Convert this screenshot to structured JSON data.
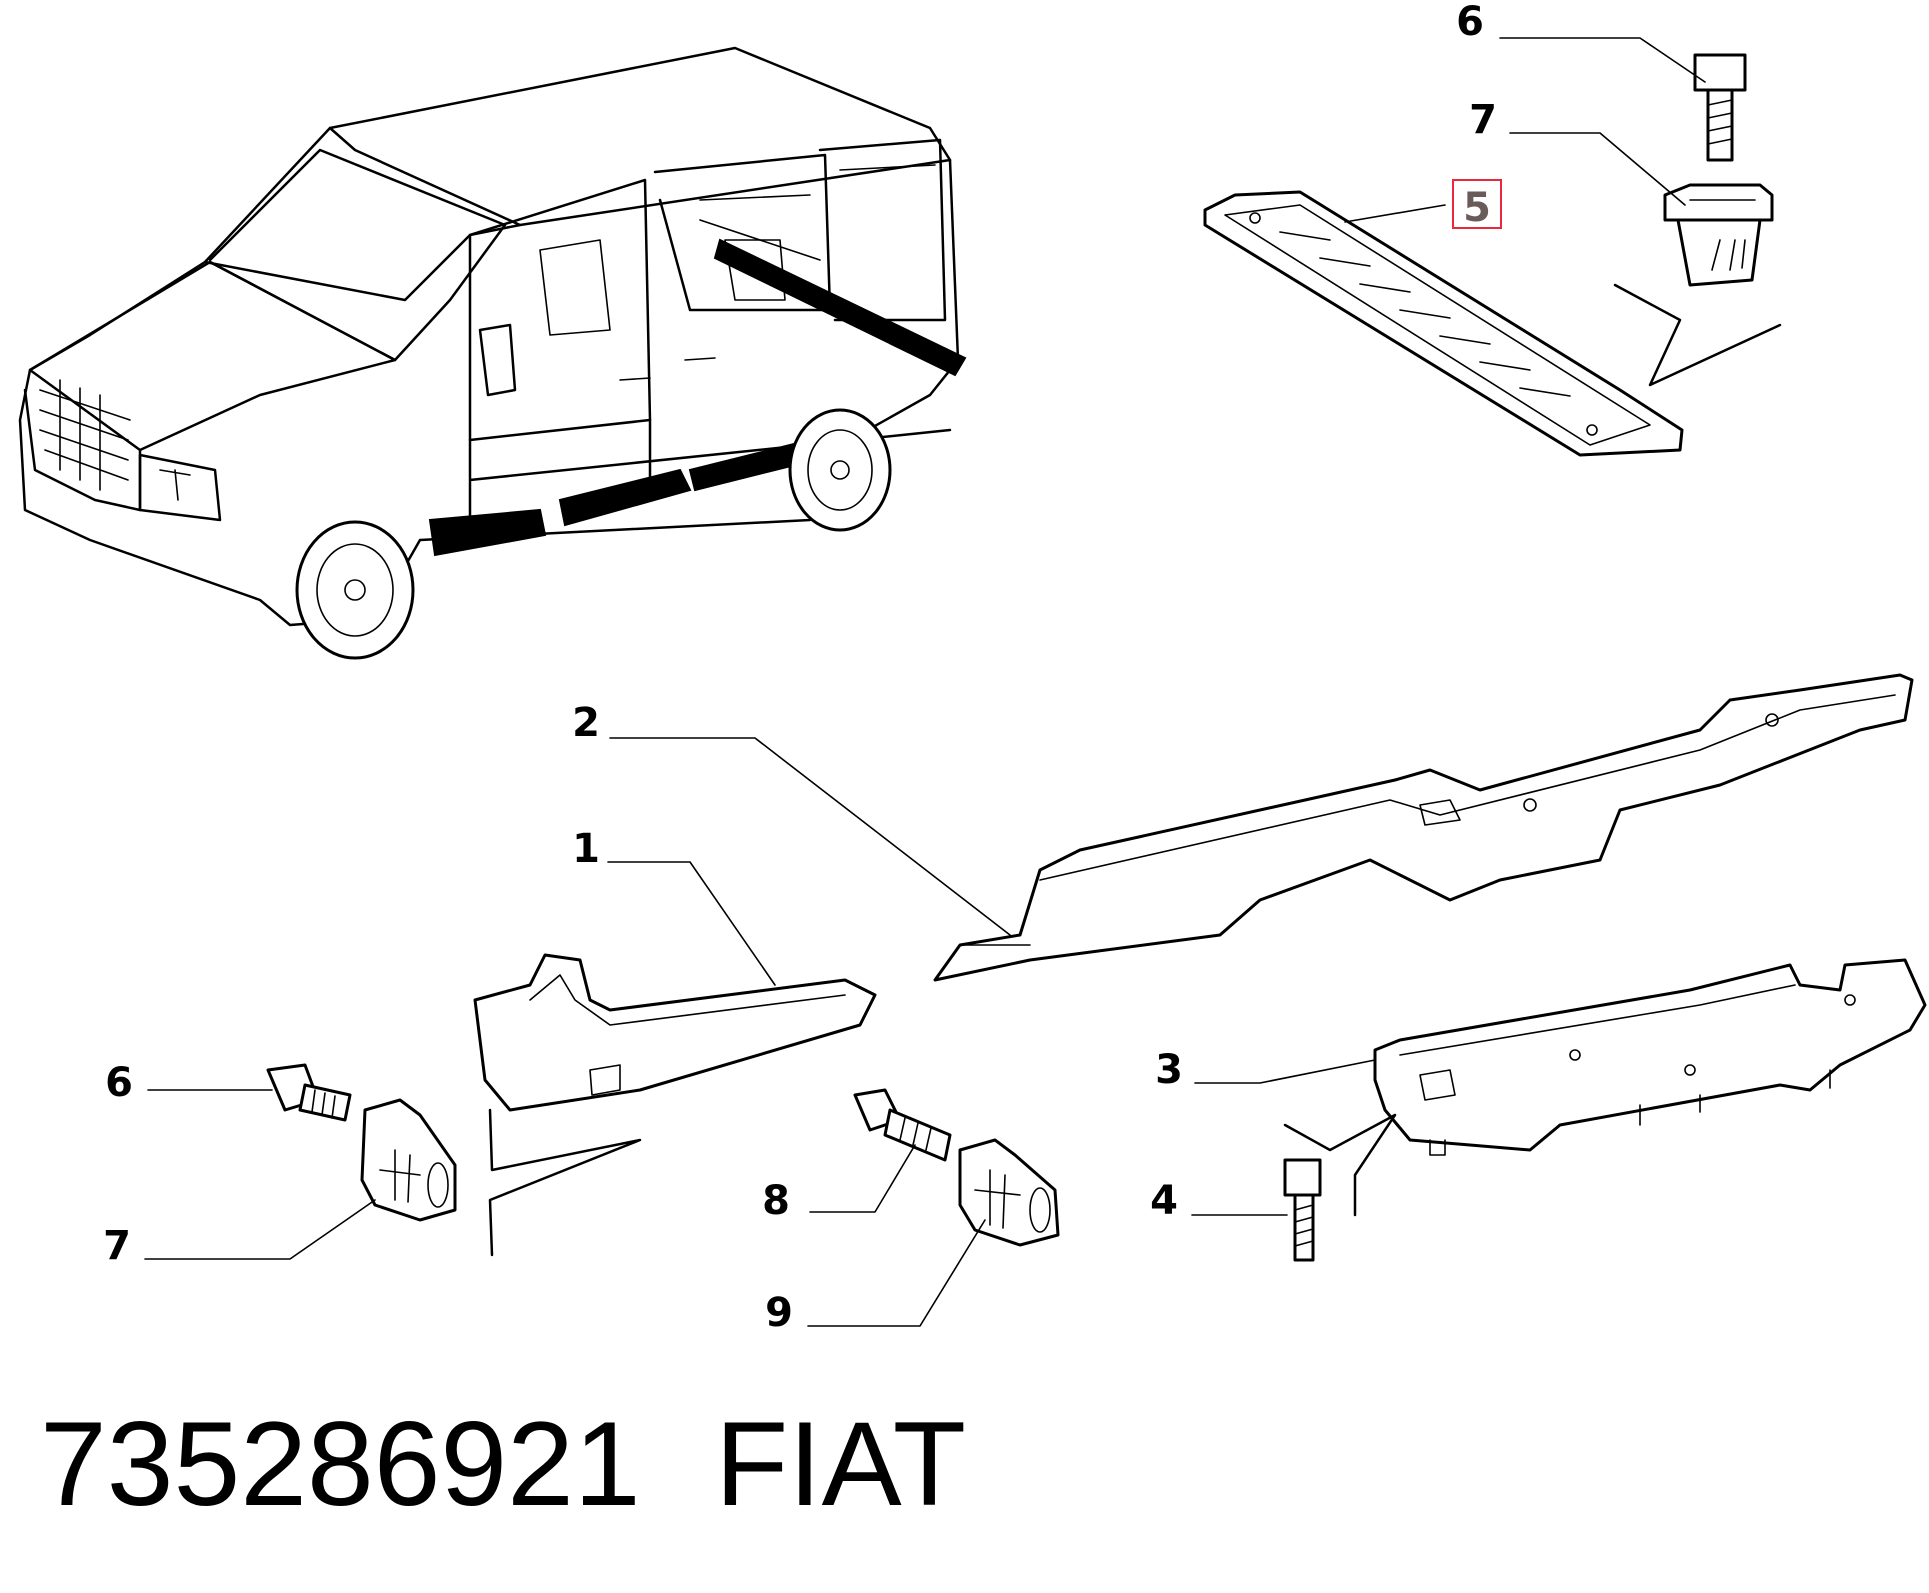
{
  "diagram": {
    "callouts": [
      {
        "id": "c6a",
        "label": "6"
      },
      {
        "id": "c7a",
        "label": "7"
      },
      {
        "id": "c5",
        "label": "5",
        "highlight": true
      },
      {
        "id": "c2",
        "label": "2"
      },
      {
        "id": "c1",
        "label": "1"
      },
      {
        "id": "c3",
        "label": "3"
      },
      {
        "id": "c6b",
        "label": "6"
      },
      {
        "id": "c8",
        "label": "8"
      },
      {
        "id": "c4",
        "label": "4"
      },
      {
        "id": "c7b",
        "label": "7"
      },
      {
        "id": "c9",
        "label": "9"
      }
    ],
    "highlight_color": "#e8283c"
  },
  "footer": {
    "part_number": "735286921",
    "brand": "FIAT"
  }
}
